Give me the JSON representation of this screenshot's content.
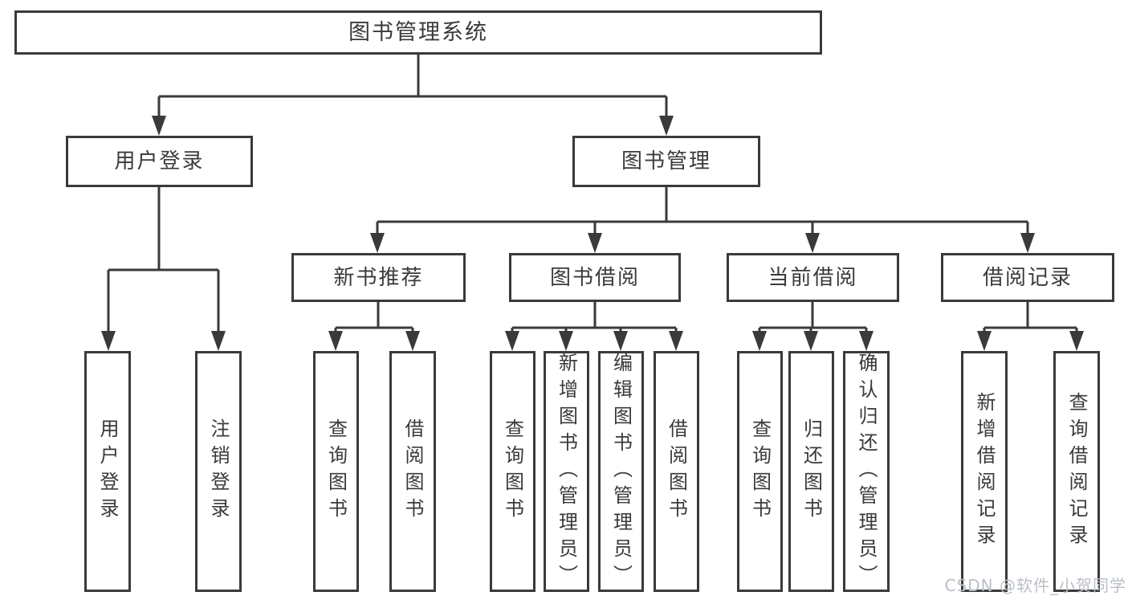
{
  "diagram": {
    "root": {
      "label": "图书管理系统"
    },
    "level2": [
      {
        "id": "user-login",
        "label": "用户登录"
      },
      {
        "id": "book-management",
        "label": "图书管理"
      }
    ],
    "level3": [
      {
        "id": "new-book-recommend",
        "label": "新书推荐"
      },
      {
        "id": "book-borrow",
        "label": "图书借阅"
      },
      {
        "id": "current-borrow",
        "label": "当前借阅"
      },
      {
        "id": "borrow-records",
        "label": "借阅记录"
      }
    ],
    "leaves": [
      {
        "id": "user-login-leaf",
        "parent": "user-login",
        "label": "用户登录"
      },
      {
        "id": "logout",
        "parent": "user-login",
        "label": "注销登录"
      },
      {
        "id": "query-books-recommend",
        "parent": "new-book-recommend",
        "label": "查询图书"
      },
      {
        "id": "borrow-books-recommend",
        "parent": "new-book-recommend",
        "label": "借阅图书"
      },
      {
        "id": "query-books-borrow",
        "parent": "book-borrow",
        "label": "查询图书"
      },
      {
        "id": "add-book-admin",
        "parent": "book-borrow",
        "label": "新增图书（管理员）"
      },
      {
        "id": "edit-book-admin",
        "parent": "book-borrow",
        "label": "编辑图书（管理员）"
      },
      {
        "id": "borrow-books",
        "parent": "book-borrow",
        "label": "借阅图书"
      },
      {
        "id": "query-books-current",
        "parent": "current-borrow",
        "label": "查询图书"
      },
      {
        "id": "return-book",
        "parent": "current-borrow",
        "label": "归还图书"
      },
      {
        "id": "confirm-return-admin",
        "parent": "current-borrow",
        "label": "确认归还（管理员）"
      },
      {
        "id": "add-borrow-record",
        "parent": "borrow-records",
        "label": "新增借阅记录"
      },
      {
        "id": "query-borrow-record",
        "parent": "borrow-records",
        "label": "查询借阅记录"
      }
    ]
  },
  "watermark": {
    "text": "CSDN @软件_小贺同学"
  },
  "colors": {
    "line": "#3a3a3a",
    "text": "#3a3a3a",
    "watermark": "#b9bfc7",
    "background": "#ffffff"
  }
}
